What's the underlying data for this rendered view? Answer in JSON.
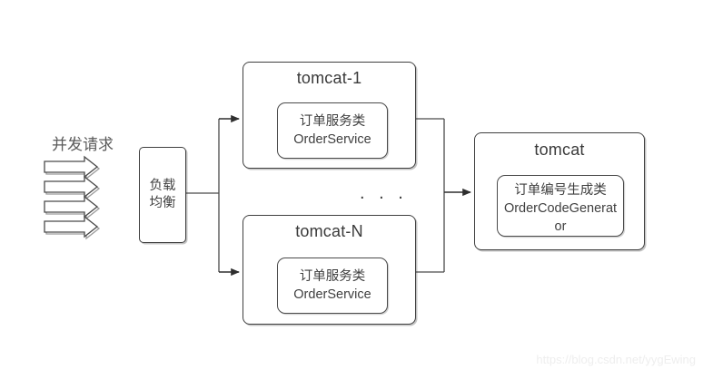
{
  "diagram": {
    "title_watermark": "https://blog.csdn.net/yygEwing",
    "ellipsis": ". . .",
    "incoming_label": "并发请求",
    "load_balancer": {
      "line1": "负载",
      "line2": "均衡"
    },
    "nodes": [
      {
        "title": "tomcat-1",
        "inner_cn": "订单服务类",
        "inner_en": "OrderService"
      },
      {
        "title": "tomcat-N",
        "inner_cn": "订单服务类",
        "inner_en": "OrderService"
      },
      {
        "title": "tomcat",
        "inner_cn": "订单编号生成类",
        "inner_en": "OrderCodeGenerator"
      }
    ],
    "colors": {
      "stroke": "#3f3f3f",
      "text": "#3a3a3a",
      "label": "#5b5b5b",
      "watermark": "#eeeeee",
      "background": "#ffffff"
    }
  }
}
